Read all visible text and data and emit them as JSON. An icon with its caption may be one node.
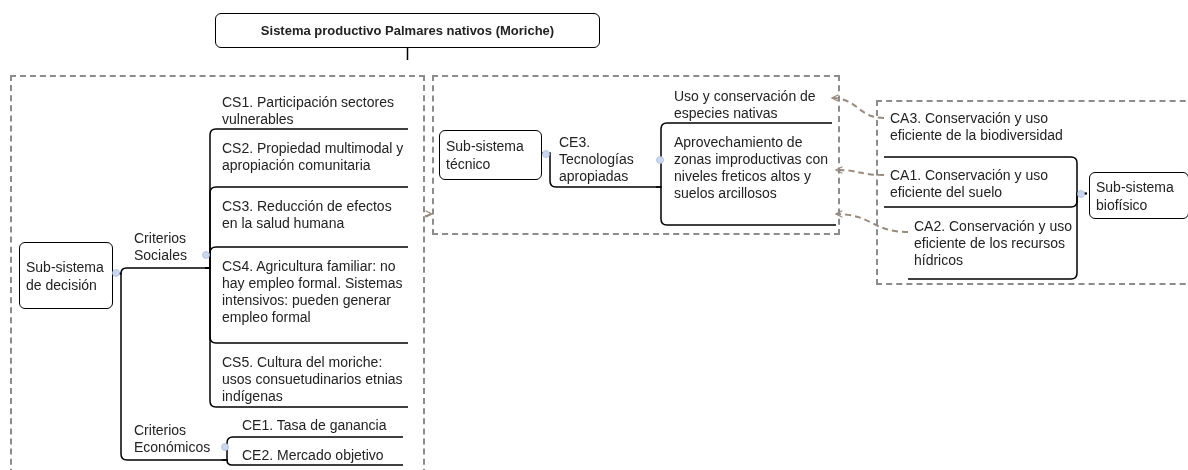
{
  "diagram": {
    "nodes": [
      {
        "text": [
          "Sistema productivo Palmares nativos (Moriche)"
        ]
      },
      {
        "text": [],
        "shape": "box"
      },
      {
        "text": [
          "Sub-sistema de decisión"
        ],
        "in": 1
      },
      {
        "text": [
          "Criterios Sociales"
        ],
        "in": 1
      },
      {
        "text": [
          "CS1. Participación sectores vulnerables"
        ],
        "in": 1
      },
      {
        "text": [
          "CS2. Propiedad multimodal y apropiación comunitaria"
        ],
        "in": 1
      },
      {
        "text": [
          "CS3. Reducción de efectos en la salud humana"
        ],
        "in": 1
      },
      {
        "text": [
          "CS4. Agricultura familiar: no hay empleo formal. Sistemas intensivos: pueden generar empleo formal"
        ],
        "in": 1
      },
      {
        "text": [
          "CS5. Cultura del moriche: usos consuetudinarios etnias indígenas"
        ],
        "in": 1
      },
      {
        "text": [
          "Criterios Económicos"
        ],
        "in": 1
      },
      {
        "text": [
          "CE1. Tasa de ganancia"
        ],
        "in": 1
      },
      {
        "text": [
          "CE2. Mercado objetivo"
        ],
        "in": 1
      },
      {
        "text": [],
        "shape": "box"
      },
      {
        "text": [
          "Sub-sistema técnico"
        ],
        "in": 12
      },
      {
        "text": [
          "CE3. Tecnologías apropiadas"
        ],
        "in": 12
      },
      {
        "text": [
          "Uso y conservación de especies nativas"
        ],
        "in": 12
      },
      {
        "text": [
          "Aprovechamiento de zonas improductivas con niveles freticos altos y suelos arcillosos"
        ],
        "in": 12
      },
      {
        "text": [],
        "shape": "box"
      },
      {
        "text": [
          "CA3. Conservación y uso eficiente de la biodiversidad"
        ],
        "in": 17
      },
      {
        "text": [
          "CA1. Conservación y uso eficiente del suelo"
        ],
        "in": 17
      },
      {
        "text": [
          "CA2. Conservación y uso eficiente de los recursos hídricos"
        ],
        "in": 17
      },
      {
        "text": [
          "Sub-sistema biofísico"
        ],
        "in": 17
      }
    ],
    "edges": [
      {
        "from": 0,
        "to": null,
        "arrow": "none"
      },
      {
        "from": 2,
        "to": 3,
        "arrow": "none"
      },
      {
        "from": 3,
        "to": 4,
        "arrow": "none"
      },
      {
        "from": 3,
        "to": 5,
        "arrow": "none"
      },
      {
        "from": 3,
        "to": 6,
        "arrow": "none"
      },
      {
        "from": 3,
        "to": 7,
        "arrow": "none"
      },
      {
        "from": 3,
        "to": 8,
        "arrow": "none"
      },
      {
        "from": 2,
        "to": 9,
        "arrow": "none"
      },
      {
        "from": 9,
        "to": 10,
        "arrow": "none"
      },
      {
        "from": 9,
        "to": 11,
        "arrow": "none"
      },
      {
        "from": 13,
        "to": 14,
        "arrow": "none"
      },
      {
        "from": 14,
        "to": 15,
        "arrow": "none"
      },
      {
        "from": 14,
        "to": 16,
        "arrow": "none"
      },
      {
        "from": 21,
        "to": 18,
        "arrow": "none"
      },
      {
        "from": 21,
        "to": 19,
        "arrow": "none"
      },
      {
        "from": 21,
        "to": 20,
        "arrow": "none"
      },
      {
        "from": 1,
        "to": 12,
        "arrow": "to",
        "style": "dashed",
        "color": "#9a8a7c"
      },
      {
        "from": 18,
        "to": 15,
        "arrow": "to",
        "style": "dashed",
        "color": "#9a8a7c"
      },
      {
        "from": 19,
        "to": 16,
        "arrow": "to",
        "style": "dashed",
        "color": "#9a8a7c"
      },
      {
        "from": 20,
        "to": 16,
        "arrow": "to",
        "style": "dashed",
        "color": "#9a8a7c"
      }
    ]
  }
}
